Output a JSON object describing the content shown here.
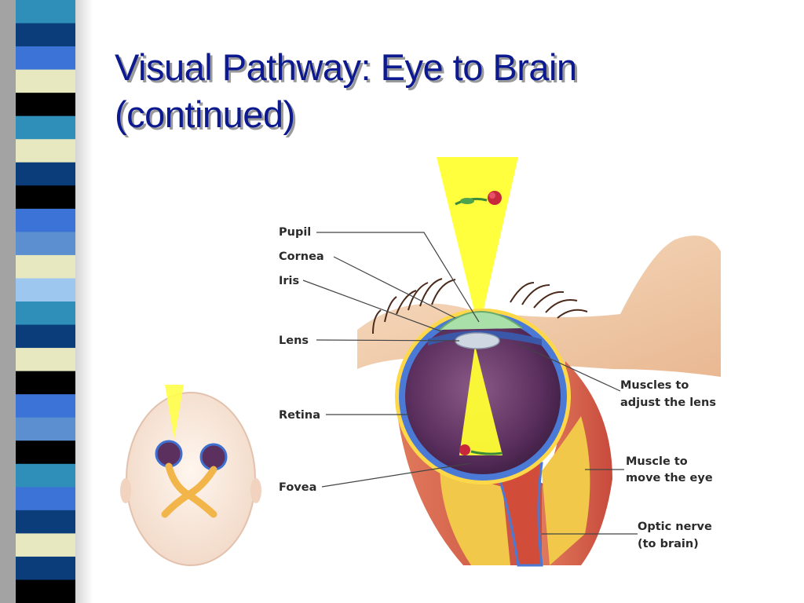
{
  "title": {
    "line1": "Visual Pathway: Eye to Brain",
    "line2": "(continued)"
  },
  "stripe_colors": [
    "#2f8fb8",
    "#0b3d7a",
    "#3c73d6",
    "#e8e8c0",
    "#000000",
    "#2f8fb8",
    "#e8e8c0",
    "#0b3d7a",
    "#000000",
    "#3c73d6",
    "#5b8fd0",
    "#e8e8c0",
    "#9ec7f0",
    "#2f8fb8",
    "#0b3d7a",
    "#e8e8c0",
    "#000000",
    "#3c73d6",
    "#5b8fd0",
    "#000000",
    "#2f8fb8",
    "#3c73d6",
    "#0b3d7a",
    "#e8e8c0",
    "#0b3d7a",
    "#000000"
  ],
  "labels": {
    "pupil": "Pupil",
    "cornea": "Cornea",
    "iris": "Iris",
    "lens": "Lens",
    "retina": "Retina",
    "fovea": "Fovea",
    "muscles_lens_1": "Muscles to",
    "muscles_lens_2": "adjust the lens",
    "muscle_eye_1": "Muscle to",
    "muscle_eye_2": "move the eye",
    "optic_nerve_1": "Optic nerve",
    "optic_nerve_2": "(to brain)"
  }
}
